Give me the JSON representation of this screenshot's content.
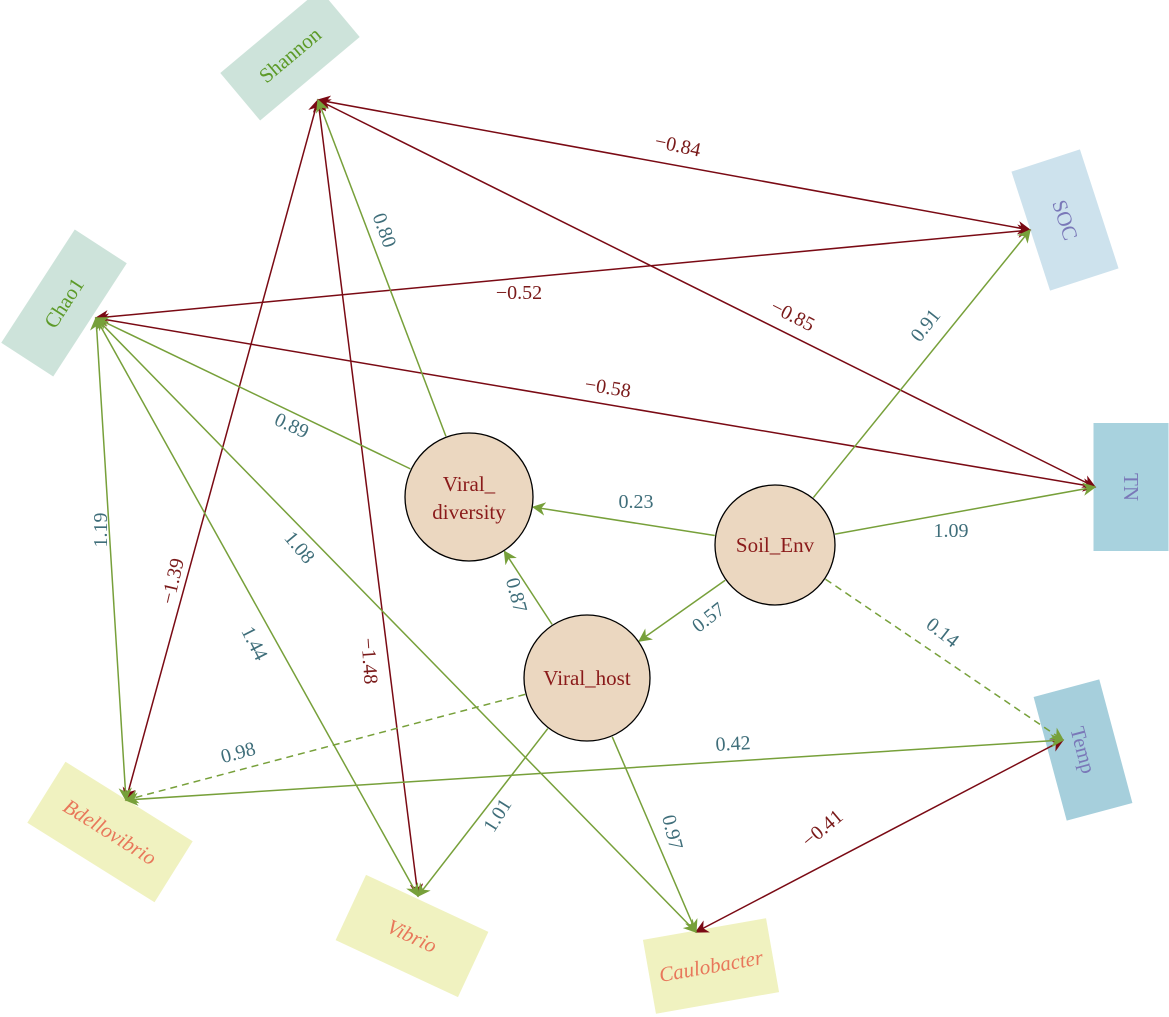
{
  "colors": {
    "negative_edge": "#7a0a14",
    "positive_edge": "#77a03a",
    "positive_label": "#3f6e7a",
    "negative_label": "#7a1a1a",
    "latent_fill": "#ebd7c0",
    "latent_text": "#8a1a1a",
    "diversity_box": "#cde3da",
    "diversity_text": "#5c9a28",
    "env_box_soc": "#cde2ed",
    "env_box_tn": "#a8d2de",
    "env_box_temp": "#a6cfdc",
    "env_text": "#7a78b8",
    "taxa_box": "#f0f2c0",
    "taxa_text": "#e8775a"
  },
  "nodes": {
    "shannon": {
      "label": "Shannon"
    },
    "chao1": {
      "label": "Chao1"
    },
    "soc": {
      "label": "SOC"
    },
    "tn": {
      "label": "TN"
    },
    "temp": {
      "label": "Temp"
    },
    "bdellovibrio": {
      "label": "Bdellovibrio"
    },
    "vibrio": {
      "label": "Vibrio"
    },
    "caulobacter": {
      "label": "Caulobacter"
    },
    "viral_diversity": {
      "label_line1": "Viral_",
      "label_line2": "diversity"
    },
    "soil_env": {
      "label": "Soil_Env"
    },
    "viral_host": {
      "label": "Viral_host"
    }
  },
  "edges": [
    {
      "from": "shannon",
      "to": "soc",
      "value": "−0.84",
      "sign": "negative",
      "heads": "both",
      "dashed": false
    },
    {
      "from": "shannon",
      "to": "tn",
      "value": "−0.85",
      "sign": "negative",
      "heads": "both",
      "dashed": false
    },
    {
      "from": "chao1",
      "to": "soc",
      "value": "−0.52",
      "sign": "negative",
      "heads": "both",
      "dashed": false
    },
    {
      "from": "chao1",
      "to": "tn",
      "value": "−0.58",
      "sign": "negative",
      "heads": "both",
      "dashed": false
    },
    {
      "from": "shannon",
      "to": "bdellovibrio",
      "value": "−1.39",
      "sign": "negative",
      "heads": "both",
      "dashed": false
    },
    {
      "from": "shannon",
      "to": "vibrio",
      "value": "−1.48",
      "sign": "negative",
      "heads": "both",
      "dashed": false
    },
    {
      "from": "temp",
      "to": "caulobacter",
      "value": "−0.41",
      "sign": "negative",
      "heads": "both",
      "dashed": false
    },
    {
      "from": "viral_diversity",
      "to": "shannon",
      "value": "0.80",
      "sign": "positive",
      "heads": "end",
      "dashed": false
    },
    {
      "from": "viral_diversity",
      "to": "chao1",
      "value": "0.89",
      "sign": "positive",
      "heads": "end",
      "dashed": false
    },
    {
      "from": "soil_env",
      "to": "viral_diversity",
      "value": "0.23",
      "sign": "positive",
      "heads": "end",
      "dashed": false
    },
    {
      "from": "soil_env",
      "to": "soc",
      "value": "0.91",
      "sign": "positive",
      "heads": "end",
      "dashed": false
    },
    {
      "from": "soil_env",
      "to": "tn",
      "value": "1.09",
      "sign": "positive",
      "heads": "end",
      "dashed": false
    },
    {
      "from": "soil_env",
      "to": "viral_host",
      "value": "0.57",
      "sign": "positive",
      "heads": "end",
      "dashed": false
    },
    {
      "from": "soil_env",
      "to": "temp",
      "value": "0.14",
      "sign": "positive",
      "heads": "end",
      "dashed": true
    },
    {
      "from": "viral_host",
      "to": "viral_diversity",
      "value": "0.87",
      "sign": "positive",
      "heads": "end",
      "dashed": false
    },
    {
      "from": "viral_host",
      "to": "bdellovibrio",
      "value": "0.98",
      "sign": "positive",
      "heads": "end",
      "dashed": true
    },
    {
      "from": "viral_host",
      "to": "vibrio",
      "value": "1.01",
      "sign": "positive",
      "heads": "end",
      "dashed": false
    },
    {
      "from": "viral_host",
      "to": "caulobacter",
      "value": "0.97",
      "sign": "positive",
      "heads": "end",
      "dashed": false
    },
    {
      "from": "bdellovibrio",
      "to": "chao1",
      "value": "1.19",
      "sign": "positive",
      "heads": "both",
      "dashed": false
    },
    {
      "from": "vibrio",
      "to": "chao1",
      "value": "1.44",
      "sign": "positive",
      "heads": "both",
      "dashed": false
    },
    {
      "from": "caulobacter",
      "to": "chao1",
      "value": "1.08",
      "sign": "positive",
      "heads": "both",
      "dashed": false
    },
    {
      "from": "bdellovibrio",
      "to": "temp",
      "value": "0.42",
      "sign": "positive",
      "heads": "both",
      "dashed": false
    }
  ]
}
